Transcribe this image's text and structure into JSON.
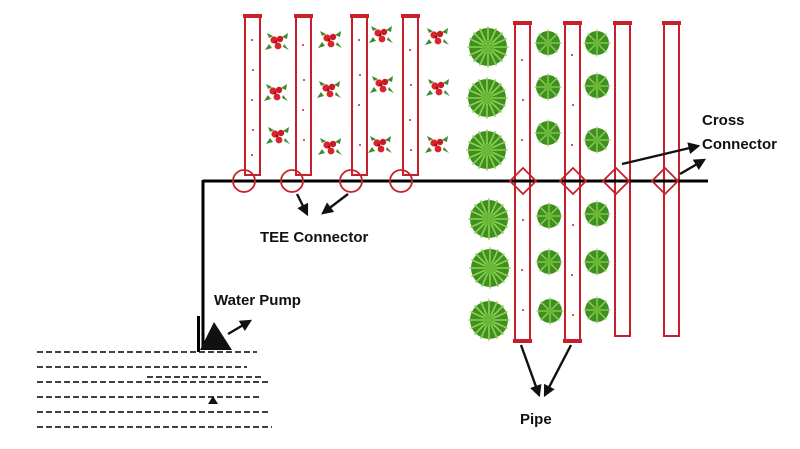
{
  "labels": {
    "tee_connector": "TEE Connector",
    "water_pump": "Water Pump",
    "cross_connector_line1": "Cross",
    "cross_connector_line2": "Connector",
    "pipe": "Pipe"
  },
  "colors": {
    "pipe": "#c8202a",
    "main_line": "#000000",
    "rose_red": "#d9242c",
    "leaf_green": "#3e8a2c",
    "shrub_green": "#7cc242",
    "shrub_dark": "#3f8f22"
  },
  "plants": {
    "roses": "rose-icon",
    "shrubs": "shrub-icon"
  }
}
